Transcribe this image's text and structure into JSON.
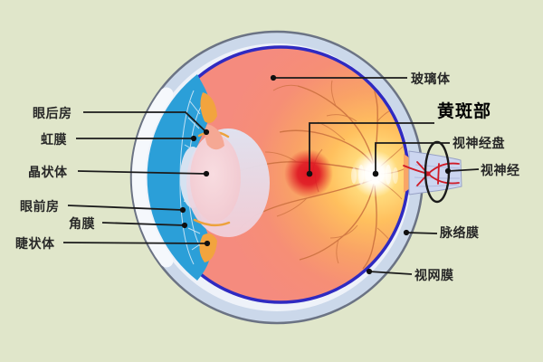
{
  "labels": {
    "posterior_chamber": "眼后房",
    "iris": "虹膜",
    "lens": "晶状体",
    "anterior_chamber": "眼前房",
    "cornea": "角膜",
    "ciliary_body": "睫状体",
    "vitreous_body": "玻璃体",
    "macula": "黄斑部",
    "optic_disc": "视神经盘",
    "optic_nerve": "视神经",
    "choroid": "脉络膜",
    "retina": "视网膜"
  },
  "colors": {
    "background": "#e0e6ca",
    "sclera_ring": "#cbd8ea",
    "sclera_outline": "#6b7384",
    "cornea_band": "#f5f8fc",
    "retina_ring_blue": "#2f2ac1",
    "vitreous_center": "#fff3c2",
    "vitreous_edge": "#f58b7e",
    "vessel_orange": "#c96f3e",
    "macula_red": "#de1422",
    "iris_blue": "#2b9fd8",
    "lens_pink": "#f0c6ce",
    "ciliary_orange": "#f2a43e",
    "optic_nerve_stalk": "#ccd6f0",
    "nerve_vessel_red": "#cf1a26",
    "leader_line": "#1b1b1b",
    "label_text": "#272727"
  }
}
